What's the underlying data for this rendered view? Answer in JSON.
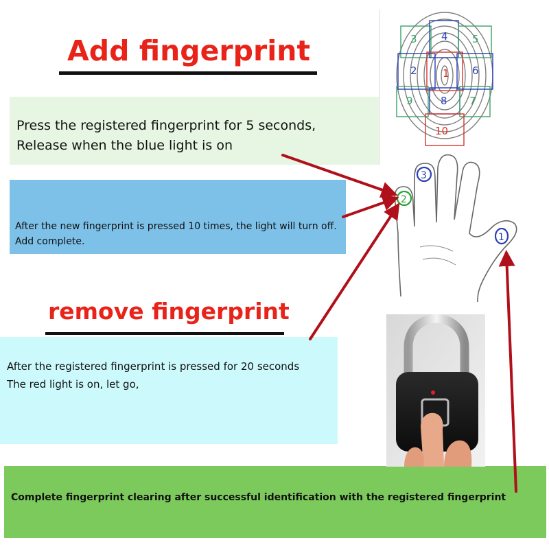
{
  "headings": {
    "add": "Add fingerprint",
    "remove": "remove fingerprint"
  },
  "panels": {
    "press_line1": "Press the registered fingerprint for 5 seconds,",
    "press_line2": "Release when the blue light is on",
    "new_line1": "After the new fingerprint is pressed 10 times, the light will turn off.",
    "new_line2": "Add complete.",
    "remove_line1": "After the registered fingerprint is pressed for 20 seconds",
    "remove_line2": "The red light is on, let go,",
    "clear_line": "Complete fingerprint clearing after successful identification with the registered fingerprint"
  },
  "fingerprint_zones": [
    "1",
    "2",
    "3",
    "4",
    "5",
    "6",
    "7",
    "8",
    "9",
    "10"
  ],
  "finger_markers": [
    "1",
    "2",
    "3"
  ],
  "colors": {
    "heading_red": "#e8231a",
    "arrow_red": "#b0101a",
    "panel_press": "#e6f6e3",
    "panel_new": "#7dc0e8",
    "panel_remove": "#ccfafc",
    "panel_clear": "#7cca5c",
    "marker_blue": "#2a3fb5",
    "marker_green": "#27a336"
  },
  "icons": {
    "fingerprint": "fingerprint-zone-map-icon",
    "hand": "hand-outline-icon",
    "padlock": "fingerprint-padlock-photo"
  }
}
